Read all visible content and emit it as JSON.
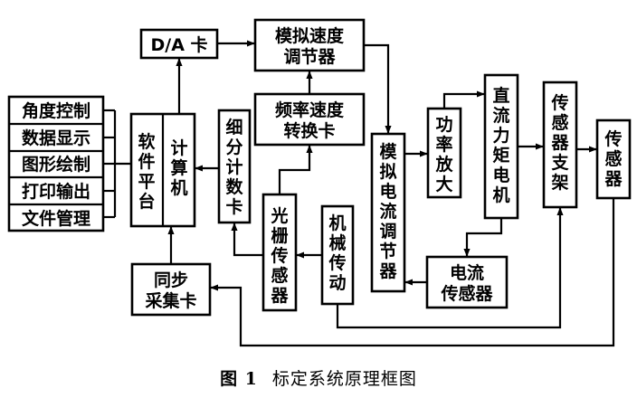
{
  "diagram": {
    "da_card": "D/A 卡",
    "analog_speed_regulator": [
      "模拟速度",
      "调节器"
    ],
    "freq_speed_converter": [
      "频率速度",
      "转换卡"
    ],
    "software_platform": [
      "软",
      "件",
      "平",
      "台"
    ],
    "computer": [
      "计",
      "算",
      "机"
    ],
    "subdivision_counter": [
      "细",
      "分",
      "计",
      "数",
      "卡"
    ],
    "grating_sensor": [
      "光",
      "栅",
      "传",
      "感",
      "器"
    ],
    "mechanical_drive": [
      "机",
      "械",
      "传",
      "动"
    ],
    "analog_current_regulator": [
      "模",
      "拟",
      "电",
      "流",
      "调",
      "节",
      "器"
    ],
    "power_amp": [
      "功",
      "率",
      "放",
      "大"
    ],
    "dc_torque_motor": [
      "直",
      "流",
      "力",
      "矩",
      "电",
      "机"
    ],
    "sensor_bracket": [
      "传",
      "感",
      "器",
      "支",
      "架"
    ],
    "sensor": [
      "传",
      "感",
      "器"
    ],
    "current_sensor": [
      "电流",
      "传感器"
    ],
    "sync_acquisition_card": [
      "同步",
      "采集卡"
    ],
    "functions": [
      "角度控制",
      "数据显示",
      "图形绘制",
      "打印输出",
      "文件管理"
    ]
  },
  "caption": {
    "figure_no": "图 1",
    "title": "标定系统原理框图"
  }
}
